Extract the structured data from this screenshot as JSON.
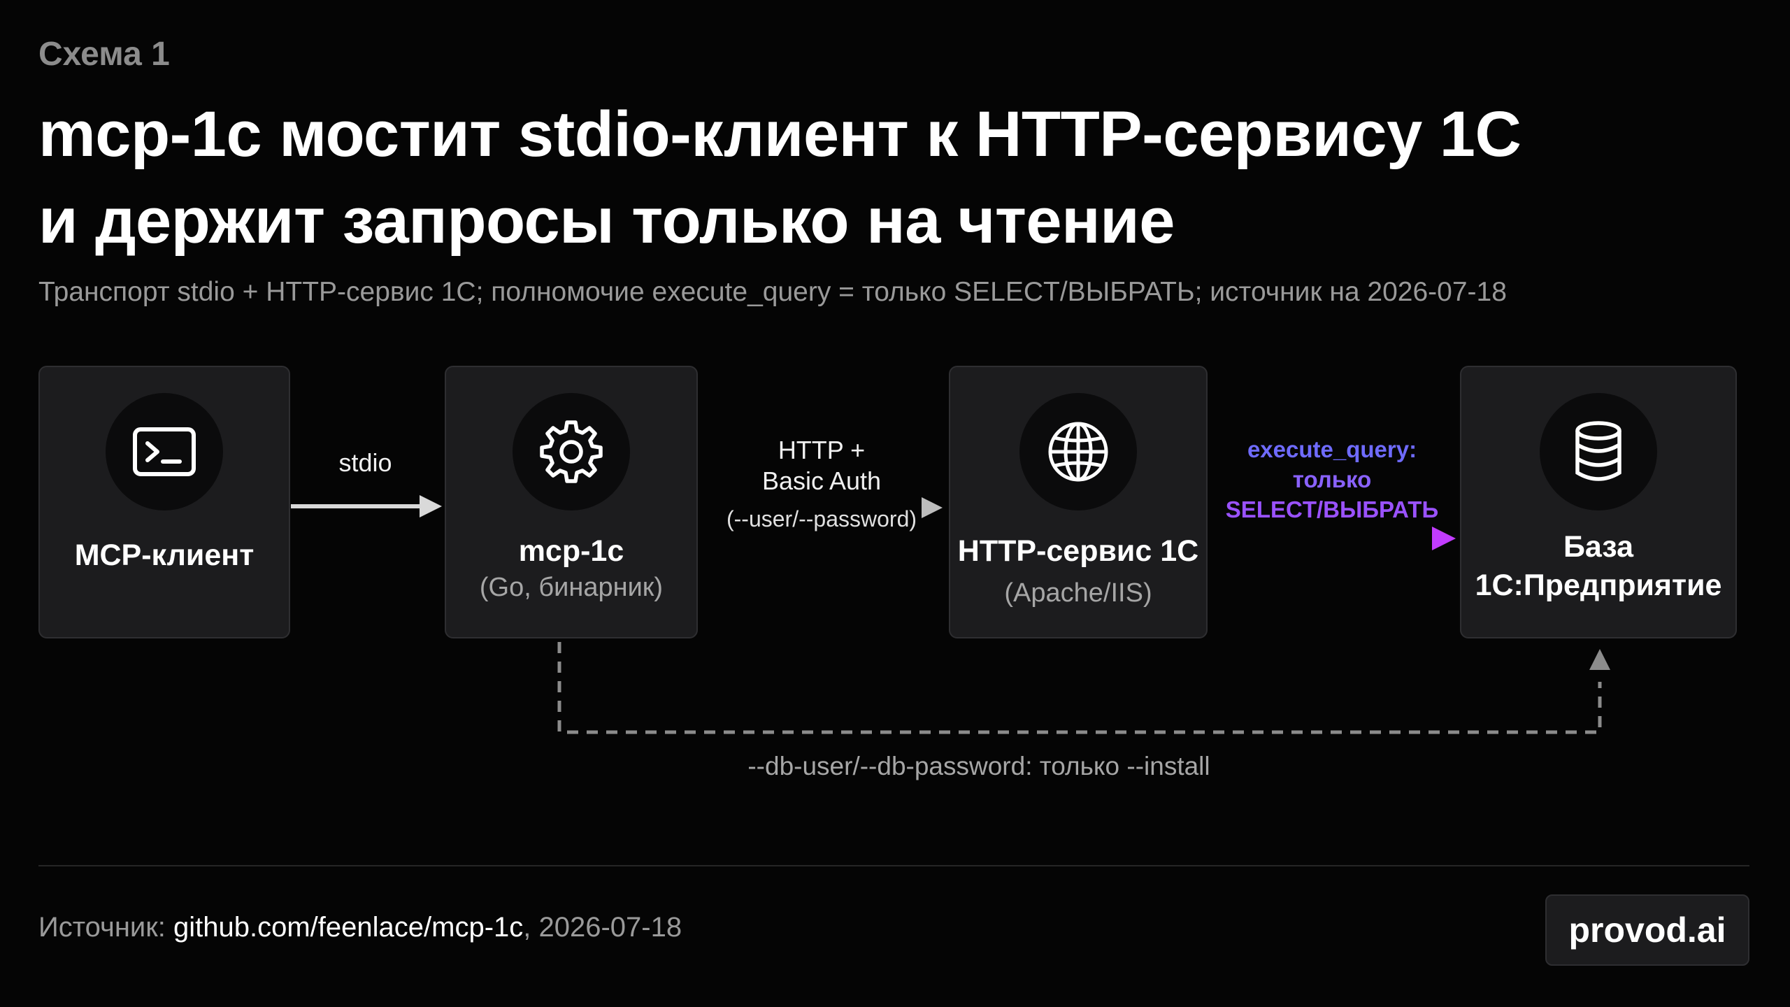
{
  "header": {
    "kicker": "Схема 1",
    "title_line1": "mcp-1c мостит stdio-клиент к HTTP-сервису 1С",
    "title_line2": "и держит запросы только на чтение",
    "subtitle": "Транспорт stdio + HTTP-сервис 1С; полномочие execute_query = только SELECT/ВЫБРАТЬ; источник на 2026-07-18"
  },
  "nodes": [
    {
      "id": "client",
      "icon": "terminal-icon",
      "label": "MCP-клиент",
      "sub": ""
    },
    {
      "id": "mcp",
      "icon": "gear-icon",
      "label": "mcp-1c",
      "sub": "(Go, бинарник)"
    },
    {
      "id": "http",
      "icon": "globe-icon",
      "label": "HTTP-сервис 1С",
      "sub": "(Apache/IIS)"
    },
    {
      "id": "db",
      "icon": "database-icon",
      "label_line1": "База",
      "label_line2": "1С:Предприятие"
    }
  ],
  "edges": {
    "client_to_mcp": {
      "label": "stdio"
    },
    "mcp_to_http": {
      "line1": "HTTP +",
      "line2": "Basic Auth",
      "line3": "(--user/--password)"
    },
    "http_to_db": {
      "line1": "execute_query:",
      "line2": "только",
      "line3": "SELECT/ВЫБРАТЬ"
    },
    "mcp_to_db_dashed": {
      "label": "--db-user/--db-password: только --install"
    }
  },
  "footer": {
    "source_prefix": "Источник: ",
    "source_link": "github.com/feenlace/mcp-1c",
    "source_date": ", 2026-07-18",
    "brand": "provod.ai"
  },
  "colors": {
    "background": "#050505",
    "node_fill": "#1c1c1e",
    "gradient_start": "#4f63ff",
    "gradient_end": "#c23cff"
  }
}
